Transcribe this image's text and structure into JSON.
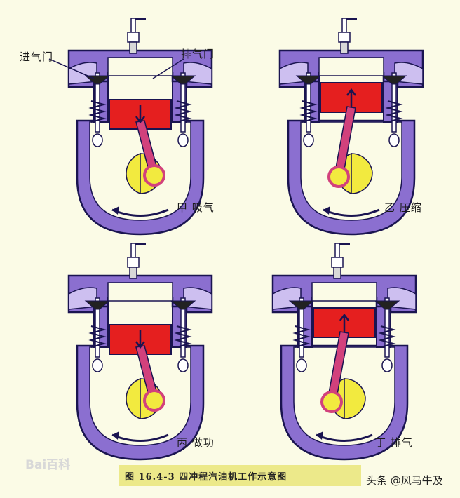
{
  "labels": {
    "intake_valve": "进气门",
    "exhaust_valve": "排气门"
  },
  "panels": [
    {
      "caption": "甲 吸气",
      "piston_dir": "down"
    },
    {
      "caption": "乙 压缩",
      "piston_dir": "up"
    },
    {
      "caption": "丙  做功",
      "piston_dir": "down"
    },
    {
      "caption": "丁  排气",
      "piston_dir": "up"
    }
  ],
  "figure_caption": "图 16.4-3   四冲程汽油机工作示意图",
  "watermark": "Bai百科",
  "credit": "头条 @风马牛及",
  "colors": {
    "cylinder": "#8b6fd0",
    "cylinder_light": "#cdbff0",
    "outline": "#1a1450",
    "piston": "#e51f1f",
    "rod": "#d2417c",
    "crank_disc": "#f2ea3f",
    "background": "#fbfbe6"
  }
}
